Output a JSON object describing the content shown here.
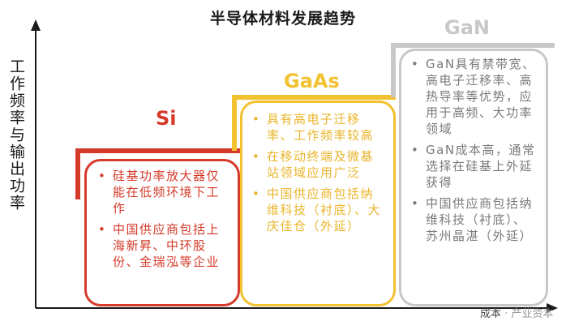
{
  "title": "半导体材料发展趋势",
  "y_axis_label": "工作频率与输出功率",
  "x_axis_label": "成本",
  "watermark": "· 产业资本",
  "colors": {
    "si": "#d53a2a",
    "gaas": "#f2c230",
    "gan": "#c8c8c8",
    "axis": "#1a1a1a"
  },
  "materials": {
    "si": {
      "name": "Si",
      "points": [
        "硅基功率放大器仅能在低频环境下工作",
        "中国供应商包括上海新昇、中环股份、金瑞泓等企业"
      ]
    },
    "gaas": {
      "name": "GaAs",
      "points": [
        "具有高电子迁移率、工作频率较高",
        "在移动终端及微基站领域应用广泛",
        "中国供应商包括纳维科技（衬底）、大庆佳仓（外延）"
      ]
    },
    "gan": {
      "name": "GaN",
      "points": [
        "GaN具有禁带宽、高电子迁移率、高热导率等优势，应用于高频、大功率领域",
        "GaN成本高，通常选择在硅基上外延获得",
        "中国供应商包括纳维科技（衬底）、苏州晶湛（外延）"
      ]
    }
  }
}
